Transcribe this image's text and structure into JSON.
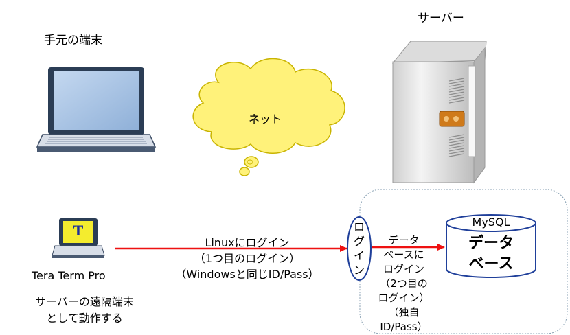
{
  "labels": {
    "local_terminal": "手元の端末",
    "server": "サーバー",
    "network": "ネット",
    "tera_term": "Tera Term Pro",
    "remote_note": [
      "サーバーの遠隔端末",
      "として動作する"
    ],
    "linux_login": [
      "Linuxにログイン",
      "（1つ目のログイン）",
      "（Windowsと同じID/Pass）"
    ],
    "login_oval": [
      "ロ",
      "グ",
      "イ",
      "ン"
    ],
    "db_login": [
      "データ",
      "ベースに",
      "ログイン",
      "（2つ目の",
      "ログイン）",
      "（独自ID/Pass）"
    ],
    "mysql": "MySQL",
    "database": [
      "データ",
      "ベース"
    ],
    "tera_icon_letter": "T"
  },
  "colors": {
    "arrow": "#ee1111",
    "cloud_fill": "#fff27a",
    "cloud_stroke": "#c9b400",
    "server_body": "#e9e9e9",
    "laptop_screen": "#a8c4e6",
    "dotted_border": "#8aa2b4"
  }
}
